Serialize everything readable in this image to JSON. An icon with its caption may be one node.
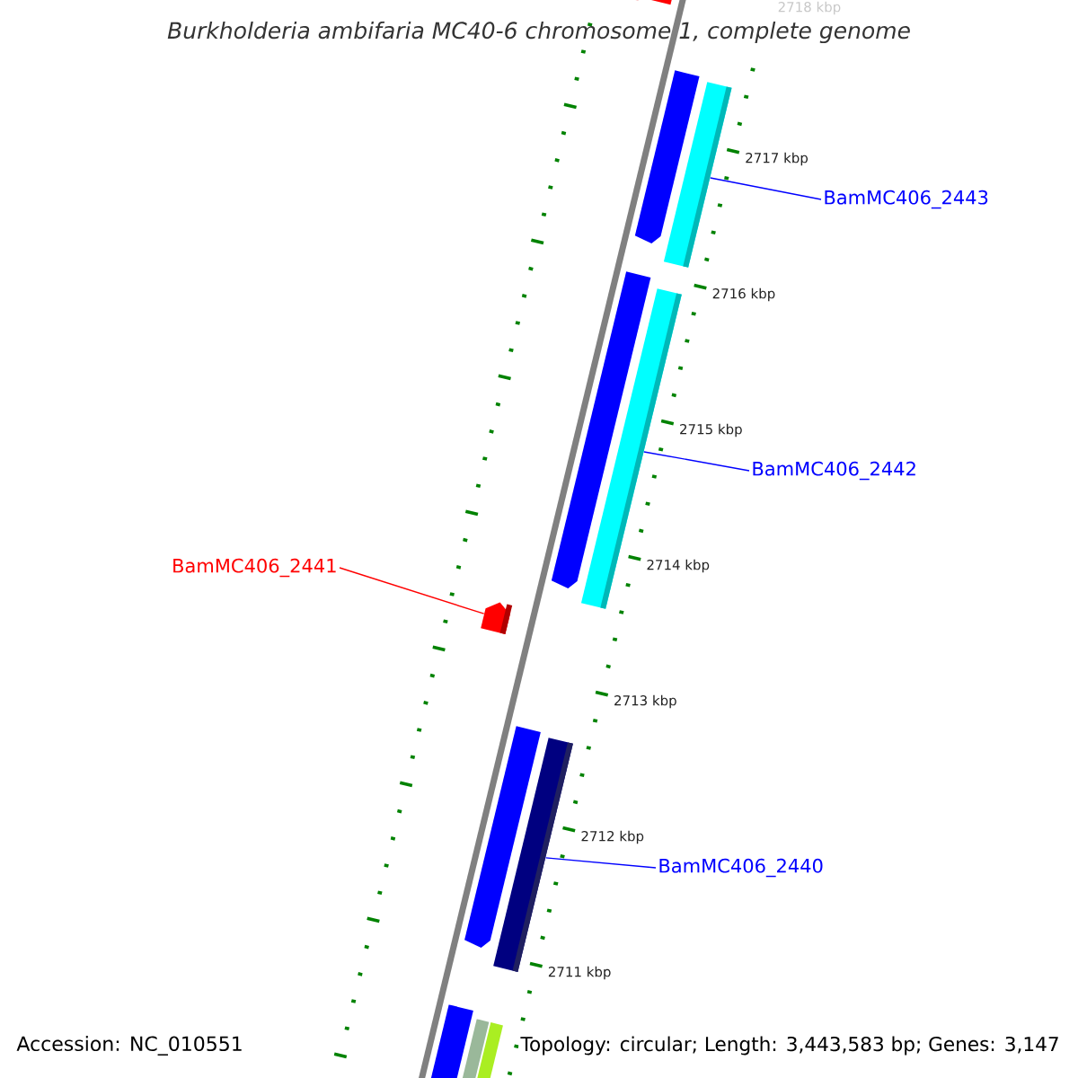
{
  "diagram": {
    "title": "Burkholderia ambifaria MC40-6 chromosome 1, complete genome",
    "nodes": [
      {
        "text": [
          "BamMC406_2443"
        ]
      },
      {
        "text": [],
        "shape": "bar"
      },
      {
        "text": [
          "BamMC406_2442"
        ]
      },
      {
        "text": [],
        "shape": "bar"
      },
      {
        "text": [
          "BamMC406_2441"
        ]
      },
      {
        "text": [],
        "shape": "bar"
      },
      {
        "text": [
          "BamMC406_2440"
        ]
      },
      {
        "text": [],
        "shape": "bar"
      }
    ],
    "edges": [
      {
        "from": 0,
        "to": 1,
        "arrow": "none"
      },
      {
        "from": 2,
        "to": 3,
        "arrow": "none"
      },
      {
        "from": 4,
        "to": 5,
        "arrow": "none",
        "color": "#ff0000"
      },
      {
        "from": 6,
        "to": 7,
        "arrow": "none"
      }
    ],
    "labels": [
      "2718 kbp",
      "2717 kbp",
      "2716 kbp",
      "2715 kbp",
      "2714 kbp",
      "2713 kbp",
      "2712 kbp",
      "2711 kbp",
      "Accession: NC_010551",
      "Topology: circular; Length: 3,443,583 bp; Genes: 3,147"
    ]
  }
}
